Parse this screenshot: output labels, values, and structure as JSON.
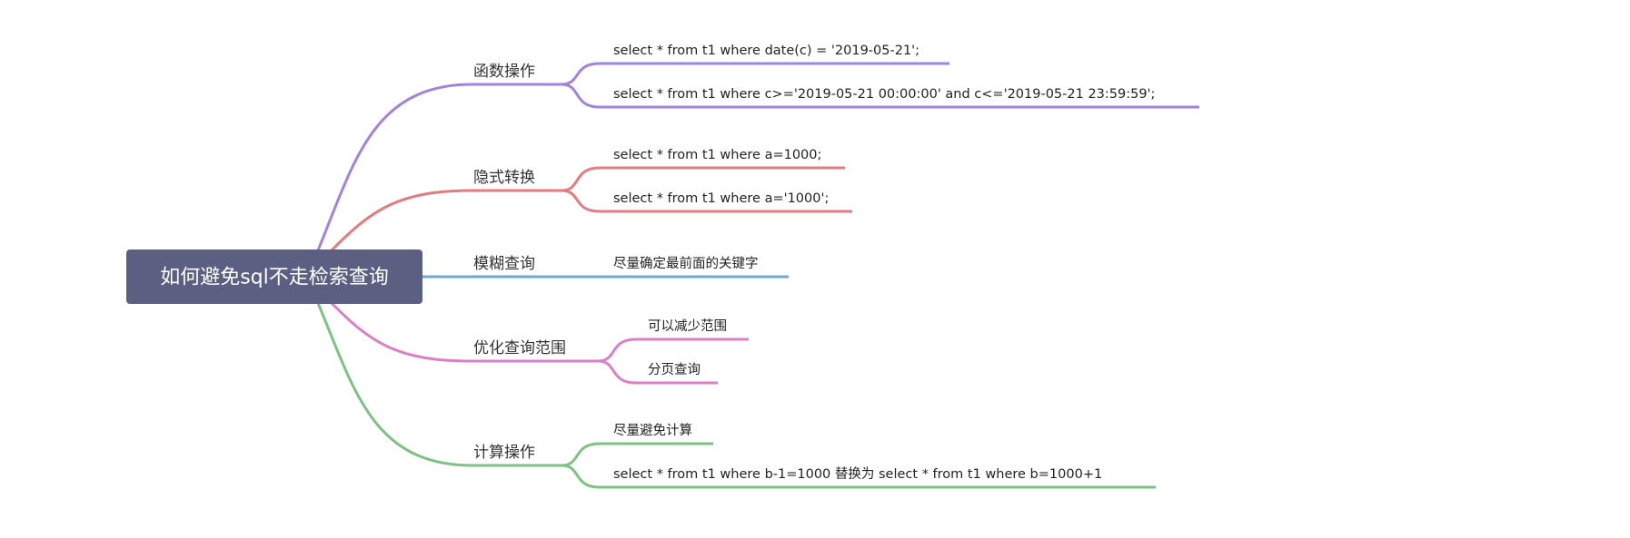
{
  "root": {
    "label": "如何避免sql不走检索查询",
    "color": "#5b6083"
  },
  "branches": [
    {
      "label": "函数操作",
      "color": "#a283dd",
      "leaves": [
        "select * from t1 where date(c) = '2019-05-21';",
        "select * from t1 where c>='2019-05-21 00:00:00' and c<='2019-05-21 23:59:59';"
      ]
    },
    {
      "label": "隐式转换",
      "color": "#e37b7f",
      "leaves": [
        "select * from t1 where a=1000;",
        "select * from t1 where a='1000';"
      ]
    },
    {
      "label": "模糊查询",
      "color": "#6aa9d8",
      "leaves": [
        "尽量确定最前面的关键字"
      ]
    },
    {
      "label": "优化查询范围",
      "color": "#dc7fc8",
      "leaves": [
        "可以减少范围",
        "分页查询"
      ]
    },
    {
      "label": "计算操作",
      "color": "#7cc383",
      "leaves": [
        "尽量避免计算",
        "select * from t1 where b-1=1000  替换为 select * from t1 where b=1000+1"
      ]
    }
  ]
}
